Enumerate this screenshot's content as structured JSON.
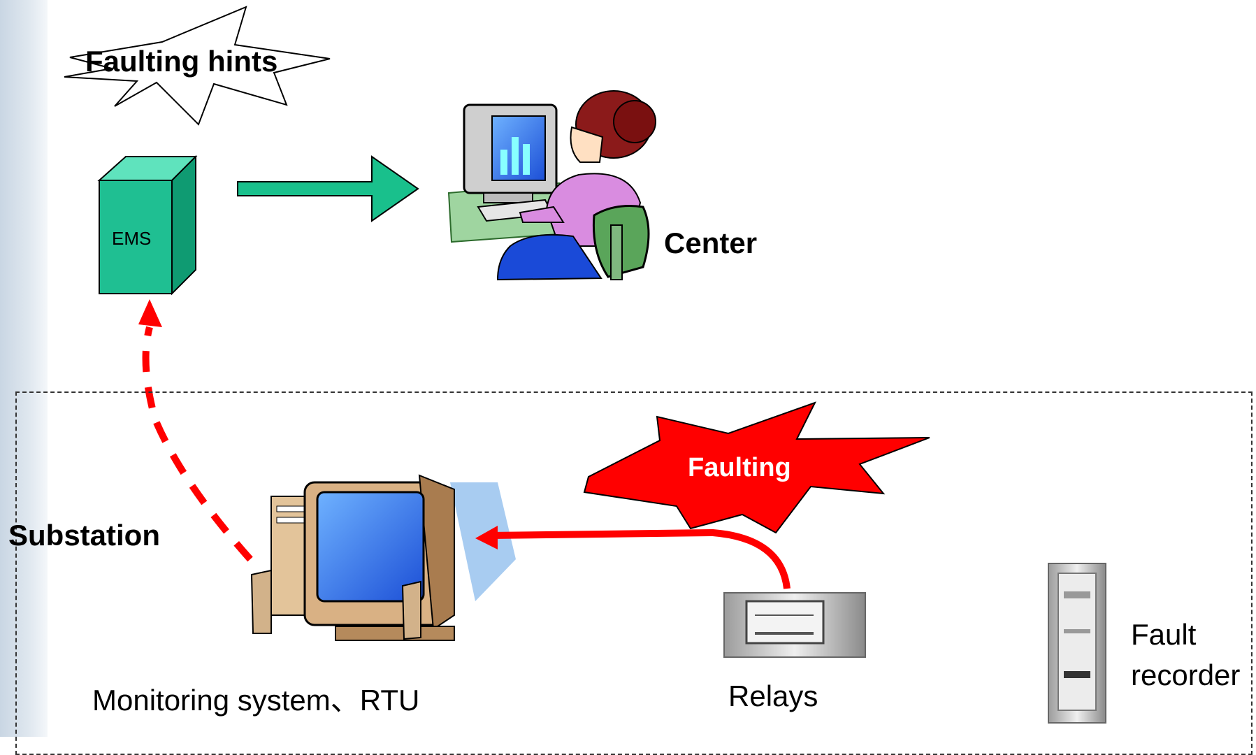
{
  "labels": {
    "faulting_hints": "Faulting hints",
    "ems": "EMS",
    "center": "Center",
    "substation": "Substation",
    "faulting": "Faulting",
    "monitoring": "Monitoring system、RTU",
    "relays": "Relays",
    "fault_recorder_line1": "Fault",
    "fault_recorder_line2": "recorder"
  },
  "colors": {
    "ems_green": "#1fbf92",
    "arrow_green": "#19c08c",
    "fault_red": "#ff0000"
  }
}
